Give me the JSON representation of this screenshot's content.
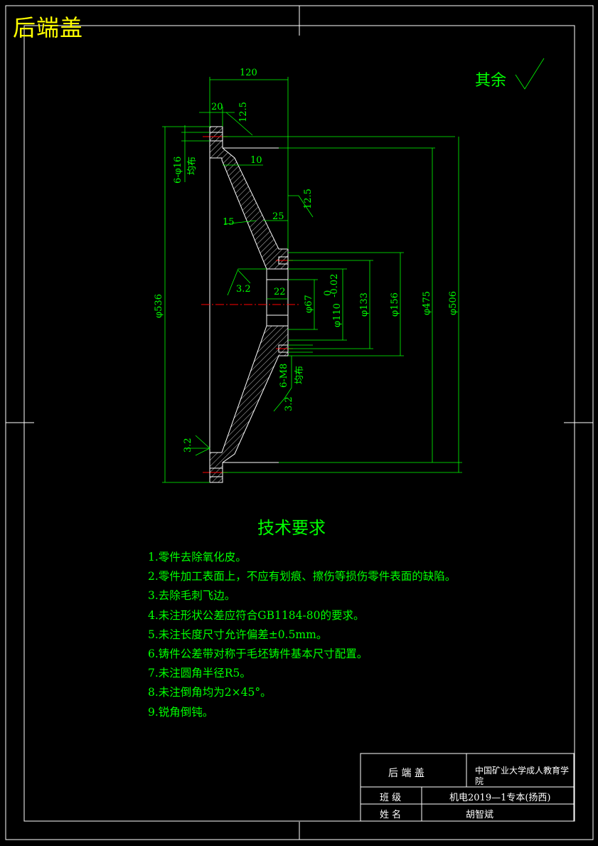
{
  "header_title": "后端盖",
  "surface_remark": "其余",
  "dimensions": {
    "d120": "120",
    "d20": "20",
    "r12_5a": "12.5",
    "hole_top": "6-φ16",
    "hole_top_note": "均布",
    "d10": "10",
    "r12_5b": "12.5",
    "d15": "15",
    "d25": "25",
    "r3_2a": "3.2",
    "d22": "22",
    "phi67": "φ67",
    "phi110": "φ110",
    "tol_upper": "0",
    "tol_lower": "-0.02",
    "phi133": "φ133",
    "phi156": "φ156",
    "phi475": "φ475",
    "phi506": "φ506",
    "phi536": "φ536",
    "hole_bottom": "6-M8",
    "hole_bottom_note": "均布",
    "r3_2b": "3.2",
    "r3_2c": "3.2"
  },
  "tech_requirements": {
    "title": "技术要求",
    "items": [
      "1.零件去除氧化皮。",
      "2.零件加工表面上，不应有划痕、擦伤等损伤零件表面的缺陷。",
      "3.去除毛刺飞边。",
      "4.未注形状公差应符合GB1184-80的要求。",
      "5.未注长度尺寸允许偏差±0.5mm。",
      "6.铸件公差带对称于毛坯铸件基本尺寸配置。",
      "7.未注圆角半径R5。",
      "8.未注倒角均为2×45°。",
      "9.锐角倒钝。"
    ]
  },
  "title_block": {
    "part_name": "后 端 盖",
    "school": "中国矿业大学成人教育学院",
    "class_label": "班    级",
    "class_value": "机电2019—1专本(扬西)",
    "name_label": "姓    名",
    "name_value": "胡智斌"
  },
  "colors": {
    "background": "#000000",
    "outline": "#ffffff",
    "dimension": "#00ff00",
    "center_line": "#ff0000",
    "title": "#ffff00"
  }
}
